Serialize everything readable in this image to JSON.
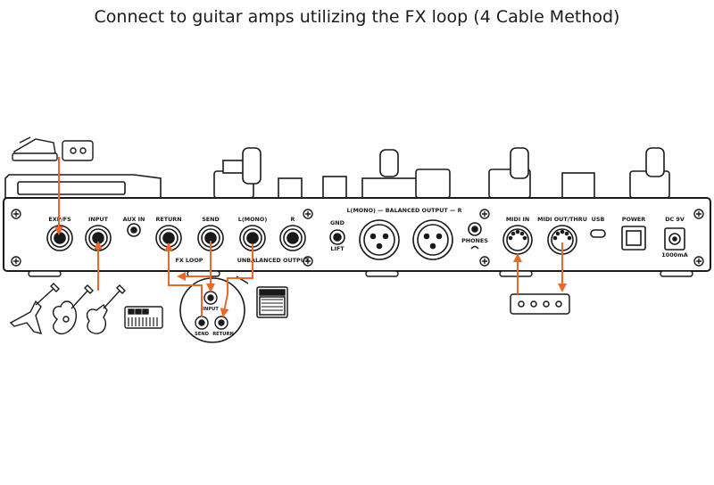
{
  "title": "Connect to guitar amps utilizing the FX loop (4 Cable Method)",
  "panel_labels": {
    "exp_fs": "EXP/FS",
    "input": "INPUT",
    "aux_in": "AUX IN",
    "return": "RETURN",
    "send": "SEND",
    "l_mono": "L(MONO)",
    "r": "R",
    "gnd": "GND",
    "lift": "LIFT",
    "balanced_output": "L(MONO) — BALANCED OUTPUT — R",
    "phones": "PHONES",
    "midi_in": "MIDI IN",
    "midi_out_thru": "MIDI OUT/THRU",
    "usb": "USB",
    "power": "POWER",
    "dc_9v": "DC 9V",
    "current": "1000mA",
    "fx_loop": "FX LOOP",
    "unbalanced_output": "UNBALANCED OUTPUT"
  },
  "amp_labels": {
    "input": "INPUT",
    "send": "SEND",
    "return": "RETURN"
  },
  "colors": {
    "cable": "#e8692e",
    "outline": "#1a1a1a",
    "background": "#ffffff"
  },
  "icons": [
    "expression-pedal-icon",
    "footswitch-icon",
    "electric-guitar-icon",
    "acoustic-guitar-icon",
    "keyboard-icon",
    "guitar-amp-icon",
    "midi-controller-icon"
  ]
}
